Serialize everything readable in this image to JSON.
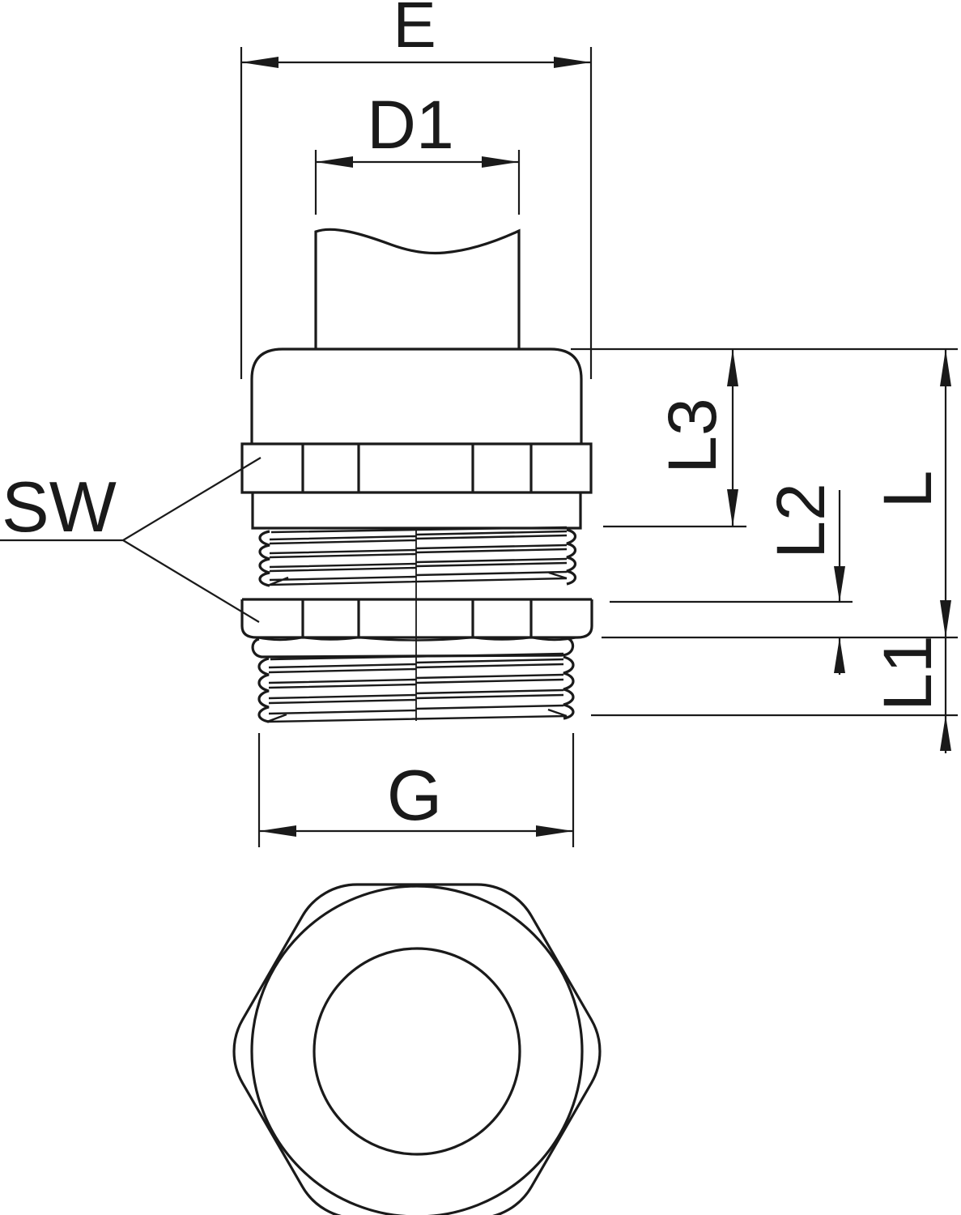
{
  "drawing": {
    "background": "#ffffff",
    "line_color": "#1a1a1a",
    "labels": {
      "overall_width": "E",
      "cable_diameter": "D1",
      "wrench_size": "SW",
      "upper_length": "L3",
      "nut_height": "L2",
      "body_length": "L",
      "thread_length": "L1",
      "thread_size": "G"
    }
  }
}
